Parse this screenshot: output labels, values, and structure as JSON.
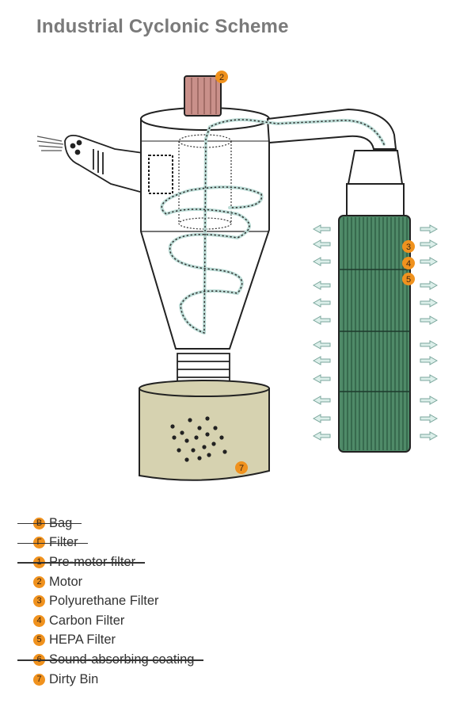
{
  "title": "Industrial Cyclonic Scheme",
  "colors": {
    "accent": "#f0921e",
    "filter_green": "#4f8a68",
    "motor": "#c9908a",
    "bin": "#d6d2b0",
    "airflow": "#bcdcd6"
  },
  "diagram": {
    "motor_tag": "2",
    "filter_tags": [
      "3",
      "4",
      "5"
    ],
    "bin_tag": "7"
  },
  "legend": [
    {
      "badge": "B",
      "label": "Bag",
      "struck": true
    },
    {
      "badge": "Г",
      "label": "Filter",
      "struck": true
    },
    {
      "badge": "1",
      "label": "Pre-motor filter",
      "struck": true
    },
    {
      "badge": "2",
      "label": "Motor",
      "struck": false
    },
    {
      "badge": "3",
      "label": "Polyurethane Filter",
      "struck": false
    },
    {
      "badge": "4",
      "label": "Carbon Filter",
      "struck": false
    },
    {
      "badge": "5",
      "label": "HEPA Filter",
      "struck": false
    },
    {
      "badge": "6",
      "label": "Sound-absorbing coating",
      "struck": true
    },
    {
      "badge": "7",
      "label": "Dirty Bin",
      "struck": false
    }
  ]
}
